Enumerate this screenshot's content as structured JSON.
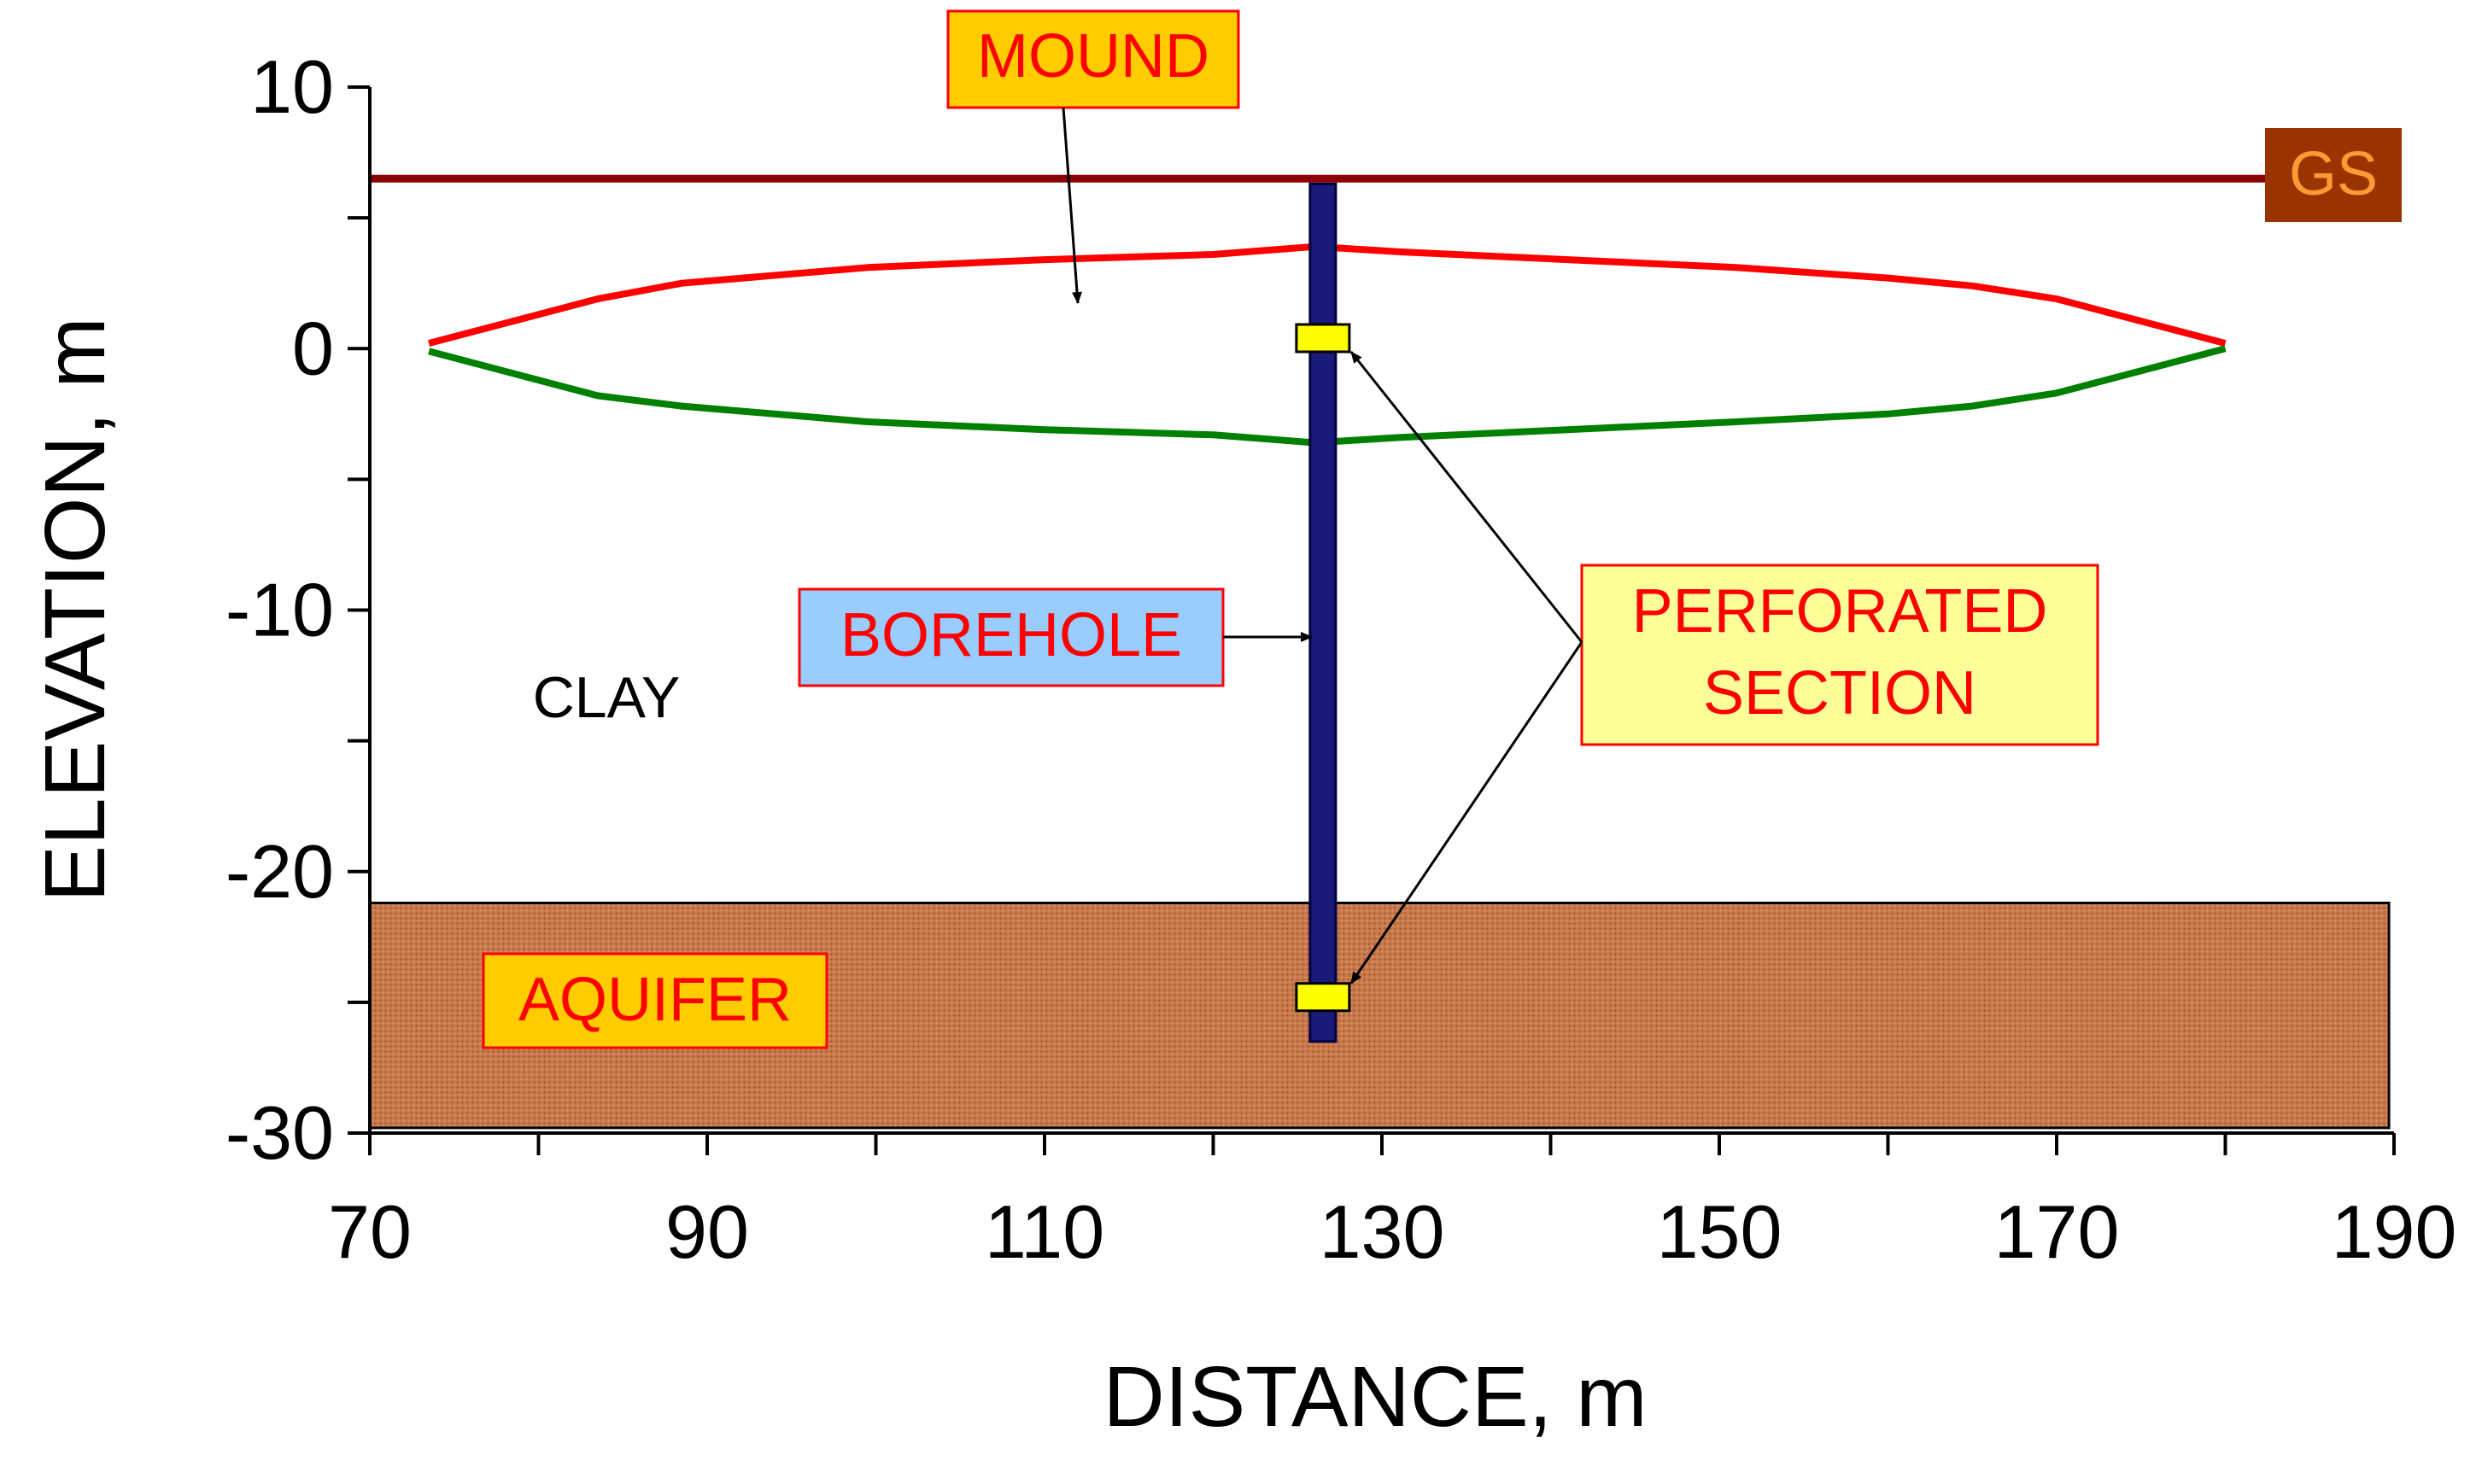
{
  "chart_data": {
    "type": "line",
    "xlabel": "DISTANCE, m",
    "ylabel": "ELEVATION, m",
    "xlim": [
      70,
      190
    ],
    "ylim": [
      -30,
      10
    ],
    "x_ticks": [
      70,
      90,
      110,
      130,
      150,
      170,
      190
    ],
    "y_ticks": [
      10,
      0,
      -10,
      -20,
      -30
    ],
    "grid": false,
    "series": [
      {
        "color": "#ff0000",
        "x": [
          73.5,
          83.5,
          88.5,
          99.5,
          110,
          120,
          126,
          131,
          141,
          151,
          160,
          165,
          170,
          180
        ],
        "y": [
          0.2,
          1.9,
          2.5,
          3.1,
          3.4,
          3.6,
          3.9,
          3.7,
          3.4,
          3.1,
          2.7,
          2.4,
          1.9,
          0.2
        ]
      },
      {
        "color": "#008000",
        "x": [
          73.5,
          83.5,
          88.5,
          99.5,
          110,
          120,
          126,
          131,
          141,
          151,
          160,
          165,
          170,
          180
        ],
        "y": [
          -0.1,
          -1.8,
          -2.2,
          -2.8,
          -3.1,
          -3.3,
          -3.6,
          -3.4,
          -3.1,
          -2.8,
          -2.5,
          -2.2,
          -1.7,
          0.0
        ]
      }
    ],
    "ground_surface": {
      "elevation": 6.5,
      "color": "#8b0000",
      "label": "GS"
    },
    "aquifer": {
      "top": -21.2,
      "bottom": -29.8,
      "x_end": 189.7,
      "color": "#c8784a",
      "label": "AQUIFER"
    },
    "borehole": {
      "x": 126.5,
      "top": 6.3,
      "bottom": -26.5,
      "color": "#000080",
      "label": "BOREHOLE"
    },
    "perforations": [
      {
        "x": 126.5,
        "y": 0.4
      },
      {
        "x": 126.5,
        "y": -24.8
      }
    ],
    "annotations": {
      "mound": "MOUND",
      "clay": "CLAY",
      "perforated_line1": "PERFORATED",
      "perforated_line2": "SECTION"
    }
  }
}
